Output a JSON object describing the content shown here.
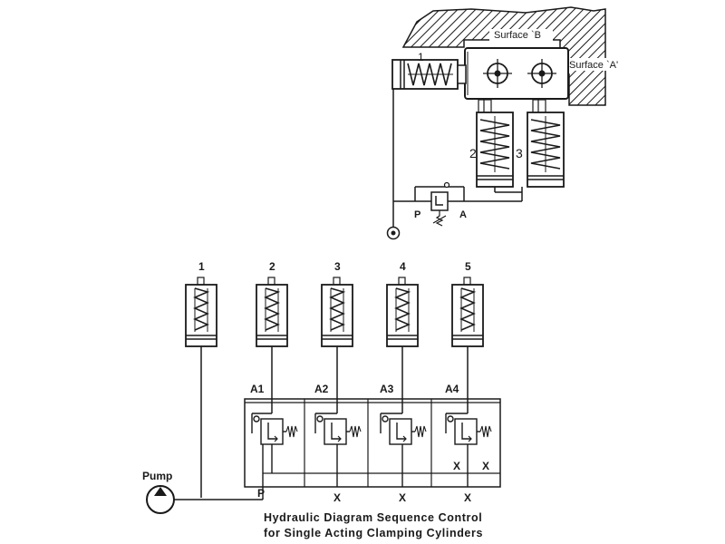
{
  "top_diagram": {
    "surface_b": "Surface `B",
    "surface_a": "Surface `A'",
    "label_1": "1",
    "label_2": "2",
    "label_3": "3",
    "port_p": "P",
    "port_a": "A"
  },
  "bottom_diagram": {
    "cylinder_labels": [
      "1",
      "2",
      "3",
      "4",
      "5"
    ],
    "valve_labels": [
      "A1",
      "A2",
      "A3",
      "A4"
    ],
    "pump_label": "Pump",
    "port_p": "P",
    "bottom_x_labels": [
      "X",
      "X",
      "X"
    ],
    "inner_x_labels": [
      "X",
      "X"
    ]
  },
  "caption": {
    "line1": "Hydraulic Diagram Sequence Control",
    "line2": "for Single Acting Clamping Cylinders"
  }
}
